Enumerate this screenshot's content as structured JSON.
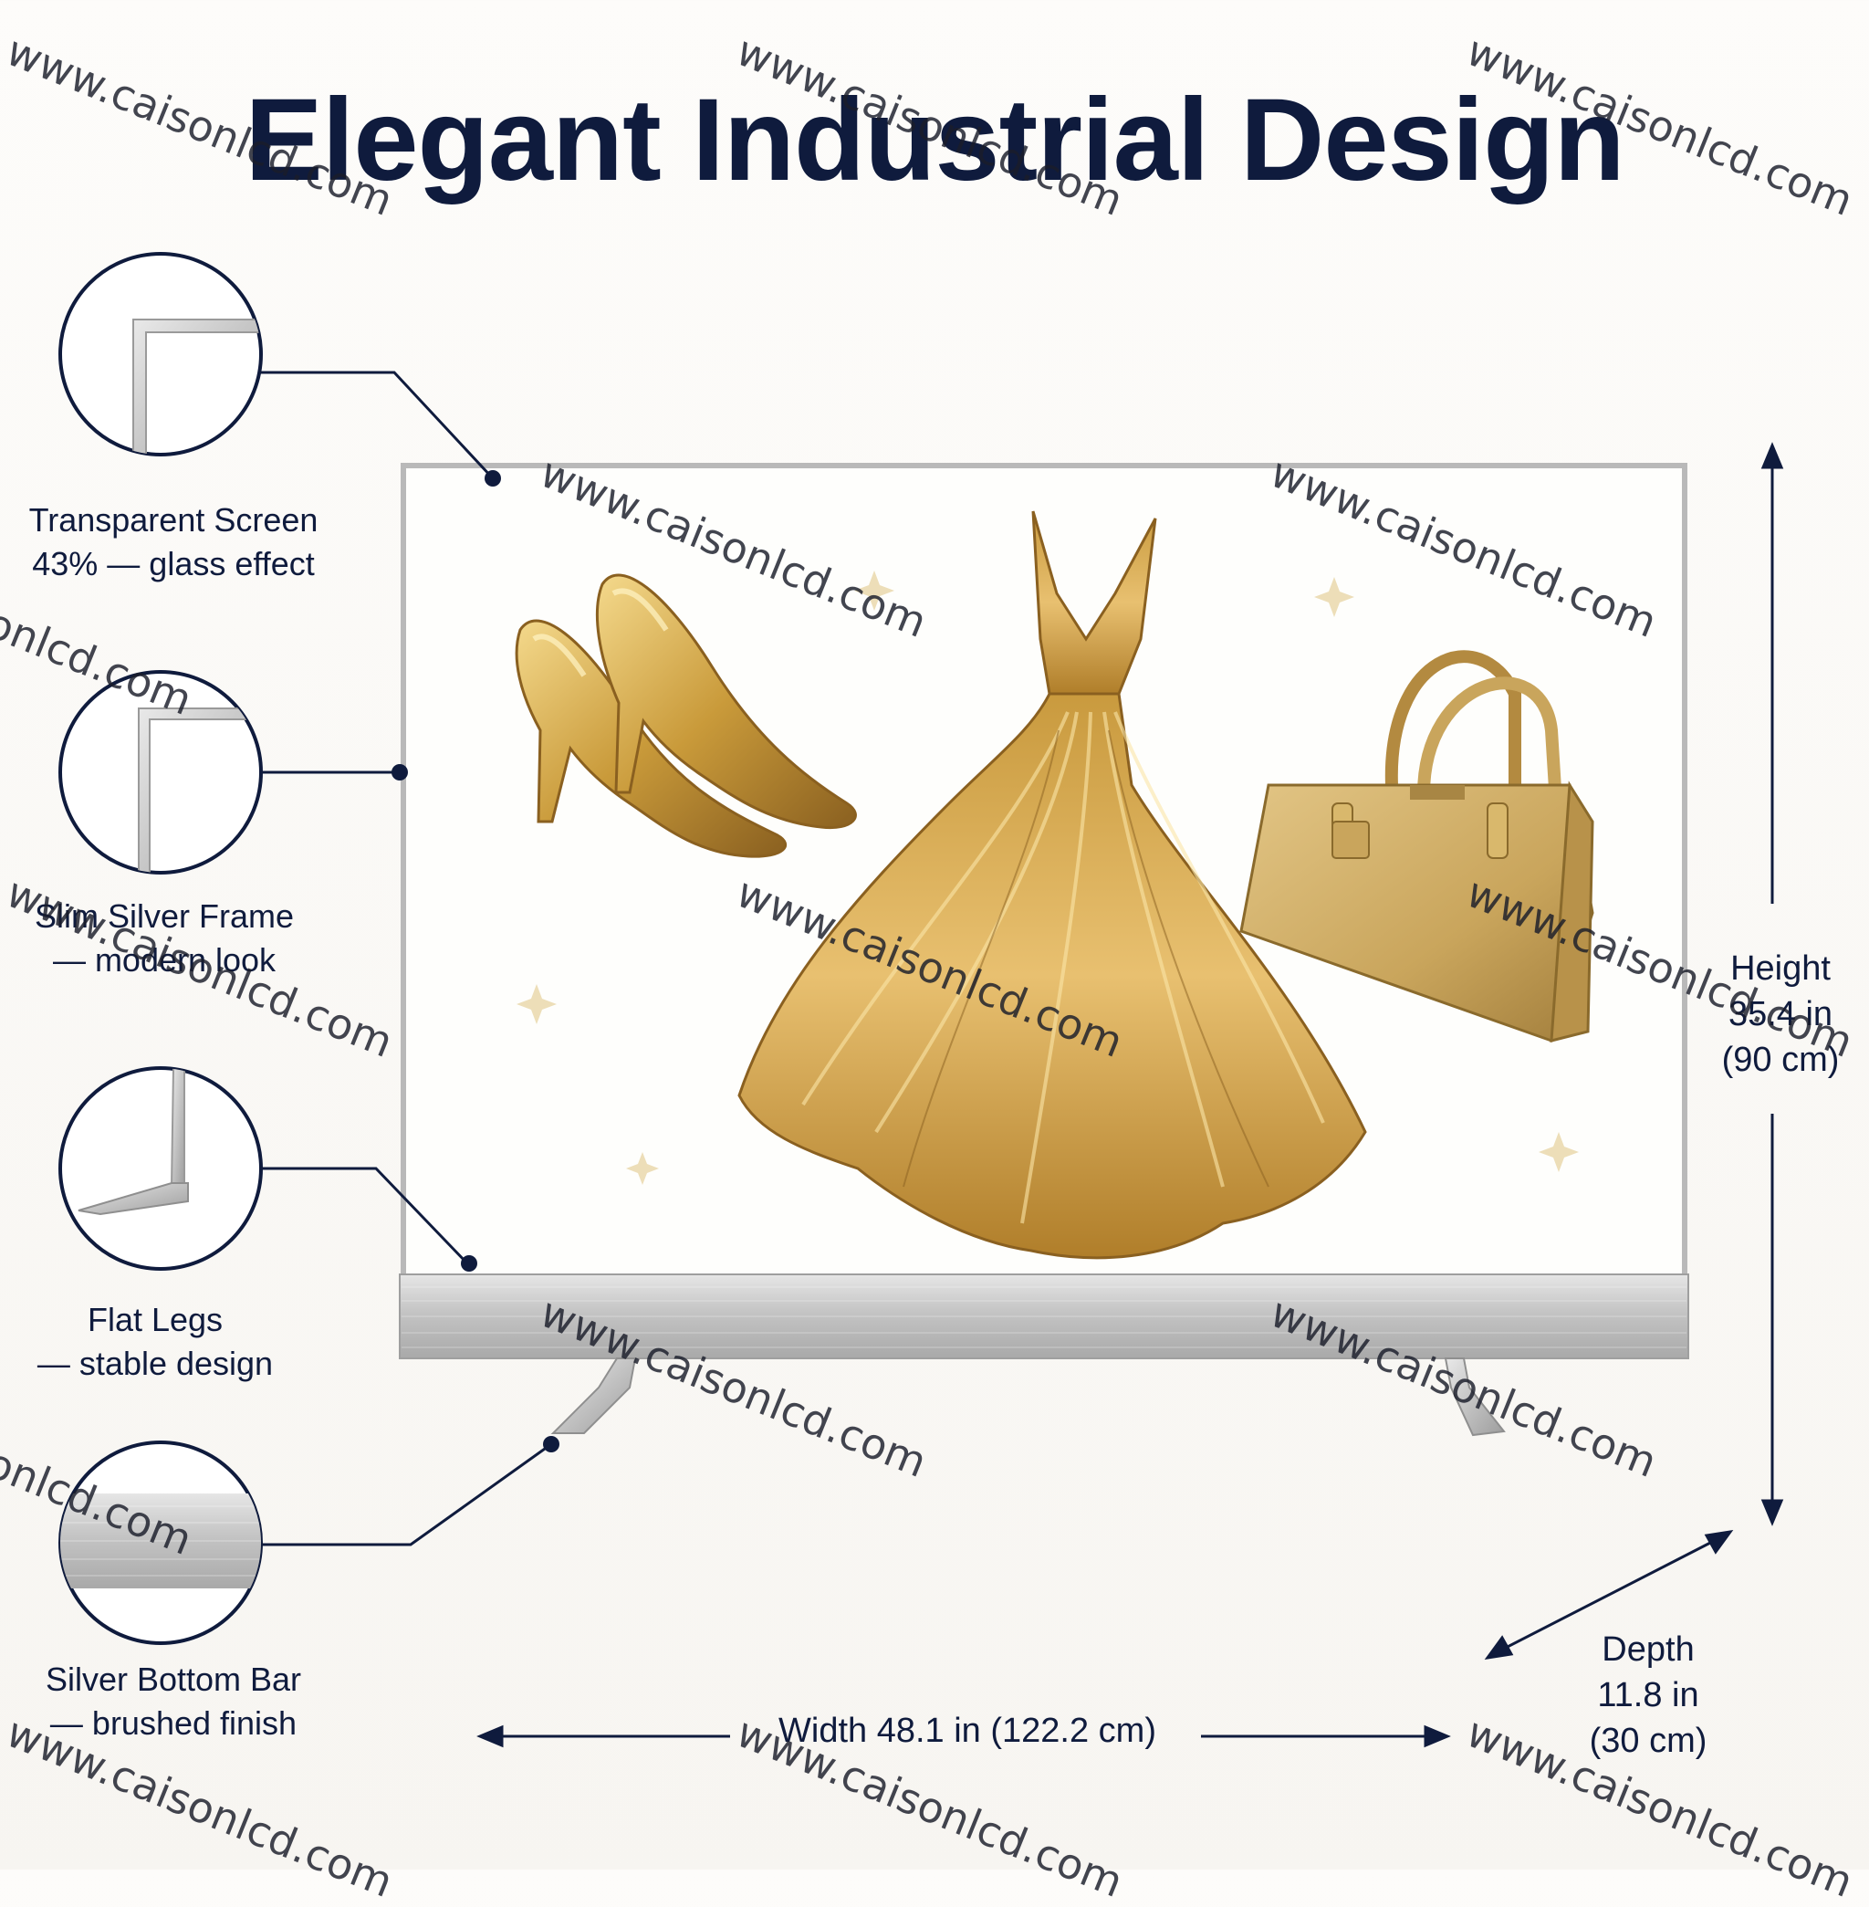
{
  "title": "Elegant Industrial Design",
  "features": [
    {
      "name": "Transparent Screen",
      "detail": "43% — glass effect",
      "icon": "frame-corner-icon"
    },
    {
      "name": "Slim Silver Frame",
      "detail": "— modern look",
      "icon": "frame-edge-icon"
    },
    {
      "name": "Flat Legs",
      "detail": "— stable design",
      "icon": "flat-leg-icon"
    },
    {
      "name": "Silver Bottom Bar",
      "detail": "— brushed finish",
      "icon": "brushed-bar-icon"
    }
  ],
  "dimensions": {
    "height_label": "Height",
    "height_value": "35.4 in",
    "height_metric": "(90 cm)",
    "depth_label": "Depth",
    "depth_value": "11.8 in",
    "depth_metric": "(30 cm)",
    "width_text": "Width 48.1 in (122.2 cm)"
  },
  "display_items": [
    "high-heel-shoes",
    "gold-gown",
    "gold-handbag"
  ],
  "watermark": "www.caisonlcd.com",
  "colors": {
    "navy": "#0f1b3d",
    "silver": "#c9c9c9",
    "gold": "#c9a040"
  }
}
